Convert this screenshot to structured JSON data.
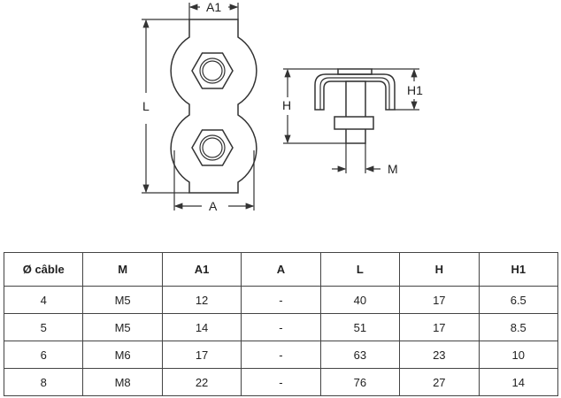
{
  "drawing": {
    "labels": {
      "a1": "A1",
      "l": "L",
      "a": "A",
      "h": "H",
      "h1": "H1",
      "m": "M"
    }
  },
  "table": {
    "headers": [
      "Ø câble",
      "M",
      "A1",
      "A",
      "L",
      "H",
      "H1"
    ],
    "rows": [
      [
        "4",
        "M5",
        "12",
        "-",
        "40",
        "17",
        "6.5"
      ],
      [
        "5",
        "M5",
        "14",
        "-",
        "51",
        "17",
        "8.5"
      ],
      [
        "6",
        "M6",
        "17",
        "-",
        "63",
        "23",
        "10"
      ],
      [
        "8",
        "M8",
        "22",
        "-",
        "76",
        "27",
        "14"
      ]
    ]
  }
}
